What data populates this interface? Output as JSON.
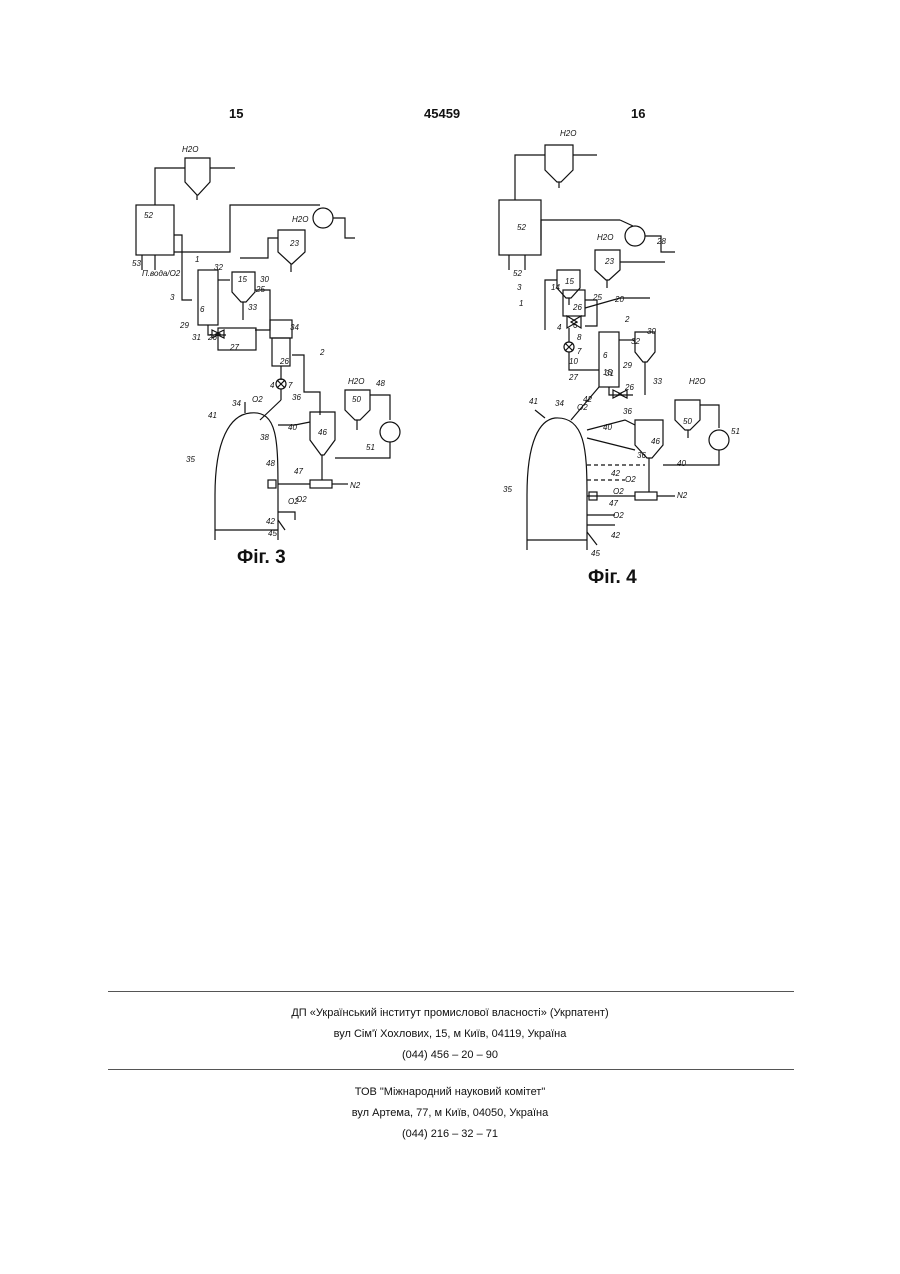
{
  "header": {
    "page_left": "15",
    "patent_number": "45459",
    "page_right": "16"
  },
  "figures": [
    {
      "label": "Фіг. 3",
      "labels": [
        "H2O",
        "52",
        "53",
        "П.вода/O2",
        "1",
        "3",
        "29",
        "6",
        "32",
        "15",
        "30",
        "25",
        "33",
        "23",
        "H2O",
        "31",
        "26",
        "27",
        "34",
        "26",
        "4",
        "7",
        "2",
        "H2O",
        "50",
        "48",
        "34",
        "O2",
        "36",
        "41",
        "38",
        "40",
        "46",
        "51",
        "35",
        "48",
        "N2",
        "47",
        "O2",
        "42",
        "O2",
        "45"
      ]
    },
    {
      "label": "Фіг. 4",
      "labels": [
        "H2O",
        "52",
        "52",
        "3",
        "H2O",
        "23",
        "28",
        "15",
        "14",
        "20",
        "25",
        "26",
        "1",
        "4",
        "6",
        "8",
        "10",
        "7",
        "2",
        "32",
        "30",
        "6",
        "15",
        "29",
        "27",
        "31",
        "26",
        "33",
        "41",
        "34",
        "O2",
        "42",
        "36",
        "H2O",
        "50",
        "40",
        "46",
        "51",
        "36",
        "O2",
        "35",
        "N2",
        "42",
        "O2",
        "47",
        "O2",
        "42",
        "45",
        "40"
      ]
    }
  ],
  "footer": {
    "org1_name": "ДП «Український інститут промислової власності» (Укрпатент)",
    "org1_address": "вул  Сім'ї Хохлових, 15, м  Київ, 04119, Україна",
    "org1_phone": "(044) 456 – 20 –  90",
    "org2_name": "ТОВ \"Міжнародний науковий комітет\"",
    "org2_address": "вул  Артема, 77, м  Київ, 04050, Україна",
    "org2_phone": "(044) 216 – 32 – 71"
  }
}
